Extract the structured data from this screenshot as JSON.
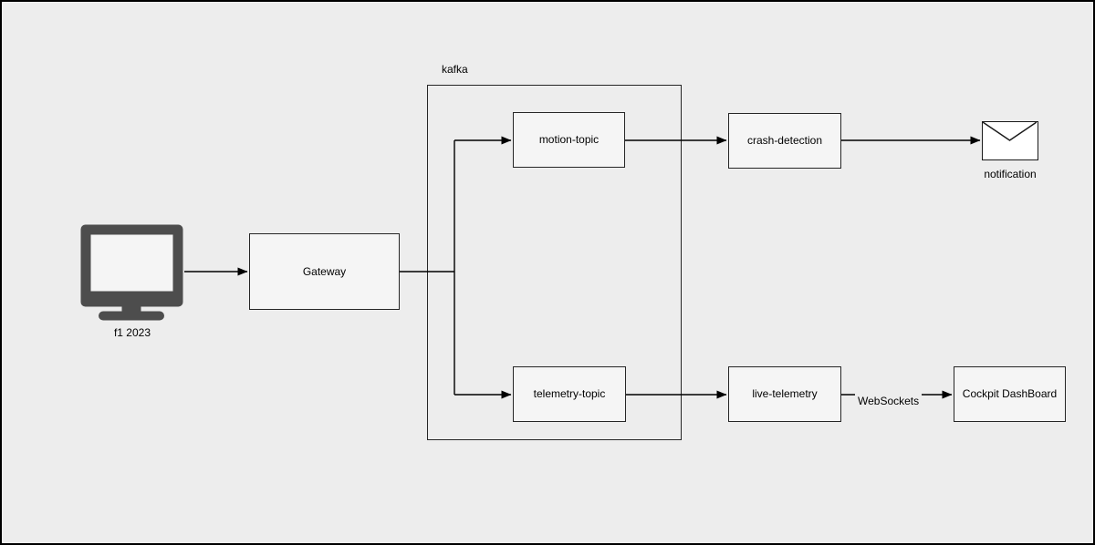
{
  "canvas": {
    "background_color": "#ededed",
    "frame_border_color": "#000000"
  },
  "colors": {
    "node_fill": "#f5f5f5",
    "node_border": "#262626",
    "connector_line": "#000000",
    "monitor_icon_fill": "#4d4d4d",
    "monitor_screen_fill": "#f5f5f5",
    "envelope_fill": "#ffffff"
  },
  "nodes": {
    "source_device": {
      "label": "f1 2023",
      "icon": "monitor-icon"
    },
    "gateway": {
      "label": "Gateway"
    },
    "kafka_group": {
      "label": "kafka"
    },
    "motion_topic": {
      "label": "motion-topic"
    },
    "telemetry_topic": {
      "label": "telemetry-topic"
    },
    "crash_detection": {
      "label": "crash-detection"
    },
    "live_telemetry": {
      "label": "live-telemetry"
    },
    "notification": {
      "label": "notification",
      "icon": "envelope-icon"
    },
    "cockpit_dashboard": {
      "label": "Cockpit DashBoard"
    }
  },
  "edges": [
    {
      "from": "f1 2023",
      "to": "Gateway",
      "label": ""
    },
    {
      "from": "Gateway",
      "to": "motion-topic",
      "label": ""
    },
    {
      "from": "Gateway",
      "to": "telemetry-topic",
      "label": ""
    },
    {
      "from": "motion-topic",
      "to": "crash-detection",
      "label": ""
    },
    {
      "from": "crash-detection",
      "to": "notification",
      "label": ""
    },
    {
      "from": "telemetry-topic",
      "to": "live-telemetry",
      "label": ""
    },
    {
      "from": "live-telemetry",
      "to": "Cockpit DashBoard",
      "label": "WebSockets"
    }
  ]
}
